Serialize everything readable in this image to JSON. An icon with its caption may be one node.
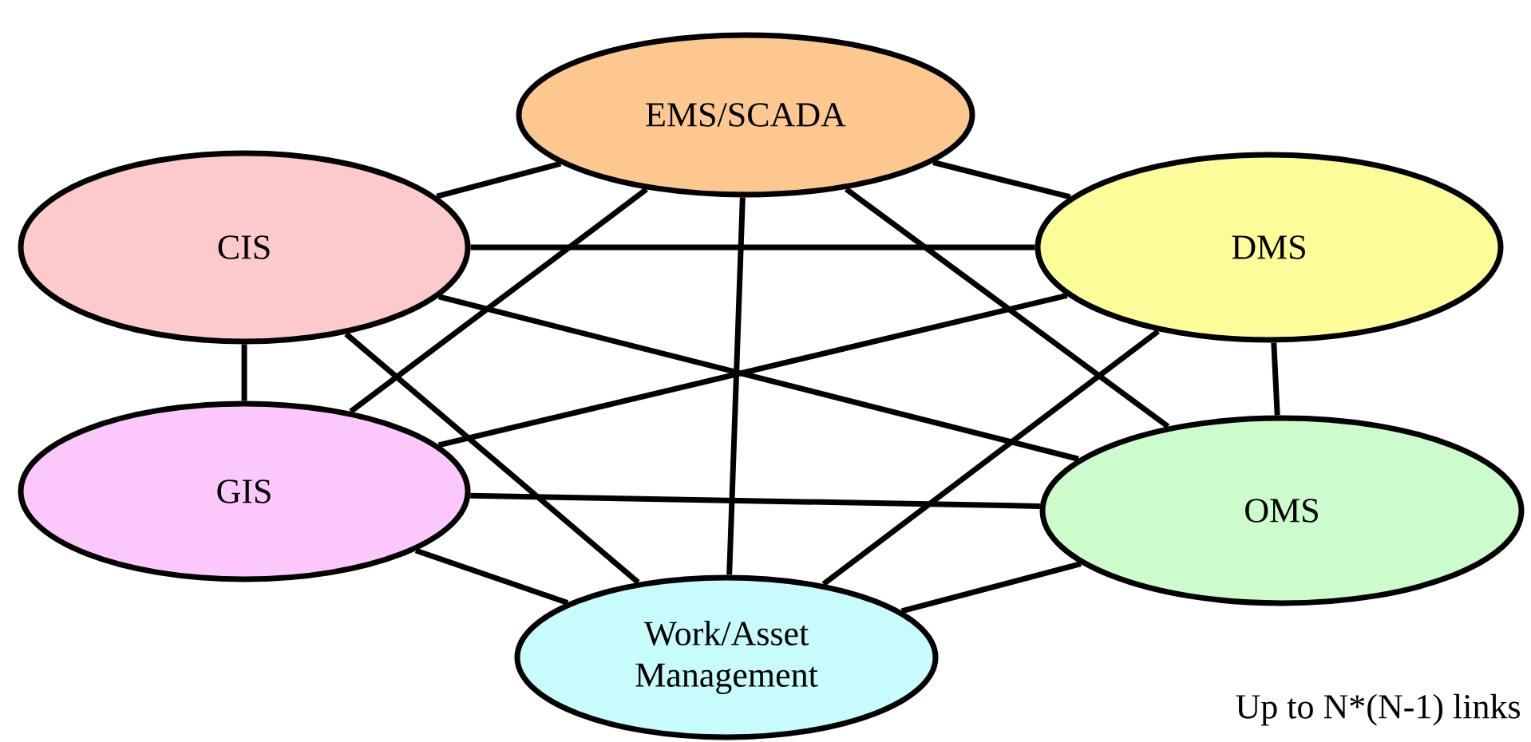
{
  "diagram": {
    "nodes": [
      {
        "text": [
          "EMS/SCADA"
        ]
      },
      {
        "text": [
          "CIS"
        ]
      },
      {
        "text": [
          "DMS"
        ]
      },
      {
        "text": [
          "GIS"
        ]
      },
      {
        "text": [
          "OMS"
        ]
      },
      {
        "text": [
          "Work/Asset Management"
        ]
      }
    ],
    "edges": [
      {
        "from": 0,
        "to": 1,
        "arrow": "none"
      },
      {
        "from": 0,
        "to": 2,
        "arrow": "none"
      },
      {
        "from": 0,
        "to": 3,
        "arrow": "none"
      },
      {
        "from": 0,
        "to": 4,
        "arrow": "none"
      },
      {
        "from": 0,
        "to": 5,
        "arrow": "none"
      },
      {
        "from": 1,
        "to": 2,
        "arrow": "none"
      },
      {
        "from": 1,
        "to": 3,
        "arrow": "none"
      },
      {
        "from": 1,
        "to": 4,
        "arrow": "none"
      },
      {
        "from": 1,
        "to": 5,
        "arrow": "none"
      },
      {
        "from": 2,
        "to": 3,
        "arrow": "none"
      },
      {
        "from": 2,
        "to": 4,
        "arrow": "none"
      },
      {
        "from": 2,
        "to": 5,
        "arrow": "none"
      },
      {
        "from": 3,
        "to": 4,
        "arrow": "none"
      },
      {
        "from": 3,
        "to": 5,
        "arrow": "none"
      },
      {
        "from": 4,
        "to": 5,
        "arrow": "none"
      }
    ],
    "labels": [
      "Up to N*(N-1) links"
    ]
  }
}
